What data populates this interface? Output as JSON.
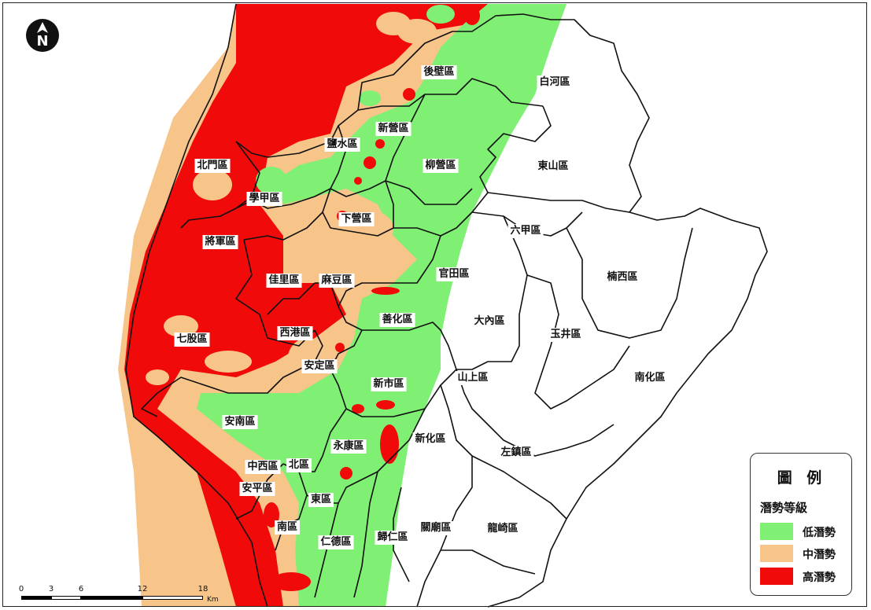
{
  "north_arrow": {
    "letter": "N",
    "icon": "north-arrow-icon"
  },
  "districts": [
    {
      "id": "houbi",
      "name": "後壁區"
    },
    {
      "id": "baihe",
      "name": "白河區"
    },
    {
      "id": "xinying",
      "name": "新營區"
    },
    {
      "id": "yanshui",
      "name": "鹽水區"
    },
    {
      "id": "liuying",
      "name": "柳營區"
    },
    {
      "id": "dongshan",
      "name": "東山區"
    },
    {
      "id": "beimen",
      "name": "北門區"
    },
    {
      "id": "xuejia",
      "name": "學甲區"
    },
    {
      "id": "xiaying",
      "name": "下營區"
    },
    {
      "id": "liujia",
      "name": "六甲區"
    },
    {
      "id": "jiangjun",
      "name": "將軍區"
    },
    {
      "id": "guantian",
      "name": "官田區"
    },
    {
      "id": "nanxi",
      "name": "楠西區"
    },
    {
      "id": "jiali",
      "name": "佳里區"
    },
    {
      "id": "madou",
      "name": "麻豆區"
    },
    {
      "id": "danei",
      "name": "大內區"
    },
    {
      "id": "shanhua",
      "name": "善化區"
    },
    {
      "id": "xigang",
      "name": "西港區"
    },
    {
      "id": "qigu",
      "name": "七股區"
    },
    {
      "id": "yujing",
      "name": "玉井區"
    },
    {
      "id": "anding",
      "name": "安定區"
    },
    {
      "id": "shanshang",
      "name": "山上區"
    },
    {
      "id": "nanhua",
      "name": "南化區"
    },
    {
      "id": "xinshi",
      "name": "新市區"
    },
    {
      "id": "annan",
      "name": "安南區"
    },
    {
      "id": "xinhua",
      "name": "新化區"
    },
    {
      "id": "yongkang",
      "name": "永康區"
    },
    {
      "id": "zuozhen",
      "name": "左鎮區"
    },
    {
      "id": "westcentral",
      "name": "中西區"
    },
    {
      "id": "north",
      "name": "北區"
    },
    {
      "id": "anping",
      "name": "安平區"
    },
    {
      "id": "east",
      "name": "東區"
    },
    {
      "id": "south",
      "name": "南區"
    },
    {
      "id": "rende",
      "name": "仁德區"
    },
    {
      "id": "guiren",
      "name": "歸仁區"
    },
    {
      "id": "guanmiao",
      "name": "關廟區"
    },
    {
      "id": "longqi",
      "name": "龍崎區"
    }
  ],
  "legend": {
    "title": "圖 例",
    "subtitle": "潛勢等級",
    "items": [
      {
        "label": "低潛勢",
        "color": "#80f075"
      },
      {
        "label": "中潛勢",
        "color": "#f7c48a"
      },
      {
        "label": "高潛勢",
        "color": "#f00a0a"
      }
    ]
  },
  "scale": {
    "ticks": [
      "0",
      "3",
      "6",
      "12",
      "18"
    ],
    "unit": "Km"
  },
  "colors": {
    "low": "#80f075",
    "medium": "#f7c48a",
    "high": "#f00a0a",
    "boundary": "#111111",
    "background": "#ffffff"
  }
}
